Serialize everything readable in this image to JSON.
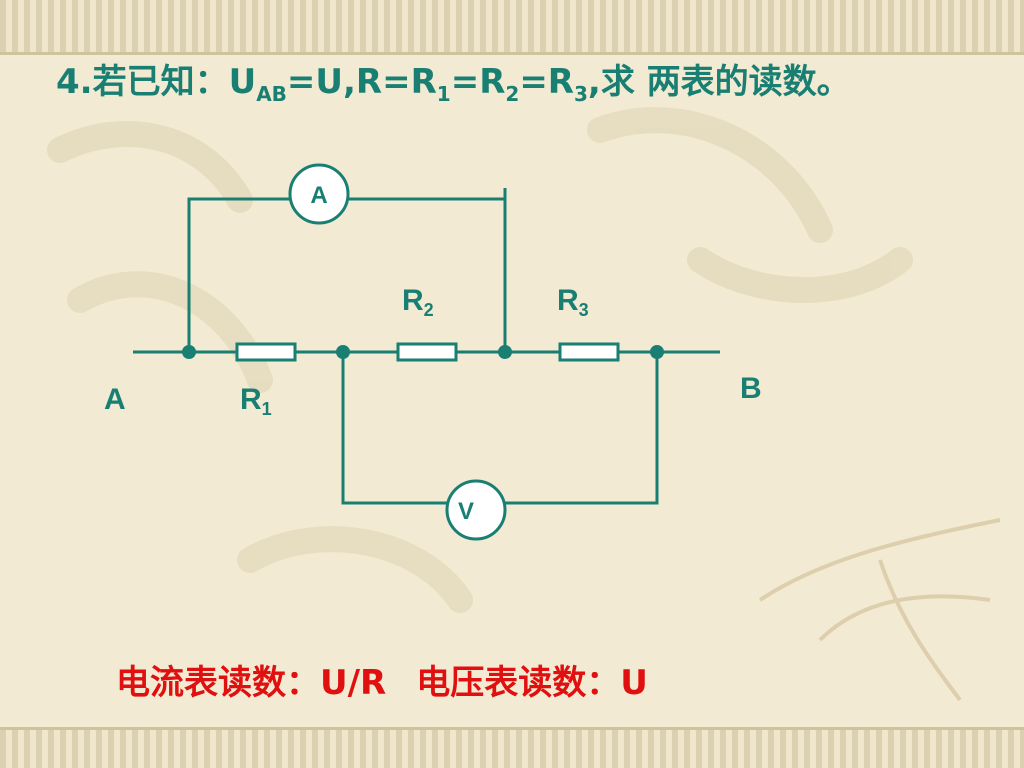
{
  "title": {
    "prefix": "4.若已知：U",
    "sub_ab": "AB",
    "part2": "=U,R=R",
    "sub1": "1",
    "part3": "=R",
    "sub2": "2",
    "part4": "=R",
    "sub3": "3",
    "suffix": ",求 两表的读数。"
  },
  "circuit": {
    "ammeter": "A",
    "voltmeter": "V",
    "node_a": "A",
    "node_b": "B",
    "r1": {
      "main": "R",
      "sub": "1"
    },
    "r2": {
      "main": "R",
      "sub": "2"
    },
    "r3": {
      "main": "R",
      "sub": "3"
    }
  },
  "answer": {
    "ammeter_text": "电流表读数：U/R",
    "voltmeter_text": "电压表读数：U"
  },
  "colors": {
    "wire": "#1a7f73",
    "answer": "#e01010"
  }
}
